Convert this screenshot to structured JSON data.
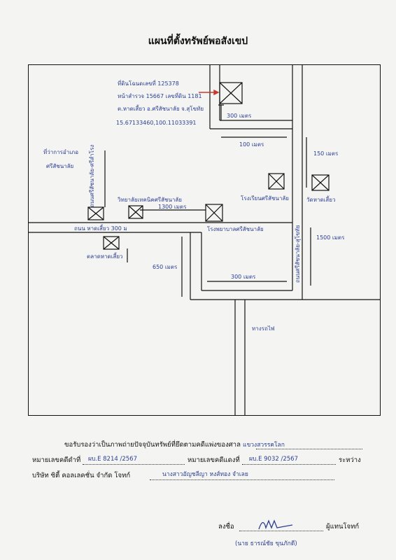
{
  "title": "แผนที่ตั้งทรัพย์พอสังเขป",
  "property": {
    "line1": "ที่ดินโฉนดเลขที่ 125378",
    "line2": "หน้าสำรวจ 15667 เลขที่ดิน 1181",
    "line3": "ต.หาดเสี้ยว อ.ศรีสัชนาลัย จ.สุโขทัย",
    "coords": "15.67133460,100.11033391"
  },
  "labels": {
    "dist_300_top": "300 เมตร",
    "dist_100": "100 เมตร",
    "dist_150": "150 เมตร",
    "dist_1300": "1300 เมตร",
    "dist_1500": "1500 เมตร",
    "dist_650": "650 เมตร",
    "dist_300_bottom": "300 เมตร",
    "road_main": "ถนน หาดเสี้ยว 300 ม",
    "road_vertical": "ถนนศรีสัชนาลัย-ศรีสำโรง",
    "road_right": "ถนนศรีสัชนาลัย-สุโขทัย",
    "left_top": "ที่ว่าการอำเภอ",
    "left_top2": "ศรีสัชนาลัย",
    "school": "โรงเรียนศรีสัชนาลัย",
    "temple": "วัดหาดเสี้ยว",
    "hospital": "โรงพยาบาลศรีสัชนาลัย",
    "station": "วิทยาลัยเทคนิคศรีสัชนาลัย",
    "market": "ตลาดหาดเสี้ยว",
    "railway": "ทางรถไฟ"
  },
  "certificate": {
    "line1_prefix": "ขอรับรองว่าเป็นภาพถ่ายปัจจุบันทรัพย์ที่ยึดตามคดีแพ่งของศาล",
    "court": "แขวงสวรรคโลก",
    "black_prefix": "หมายเลขคดีดำที่",
    "black_no": "ผบ.E 8214 /2567",
    "red_prefix": "หมายเลขคดีแดงที่",
    "red_no": "ผบ.E 9032 /2567",
    "between": "ระหว่าง",
    "company": "บริษัท ซิตี้ คอลเลคชั่น จำกัด โจทก์",
    "defendant": "นางสาวอัญชลีญา หงส์ทอง จำเลย",
    "sign_prefix": "ลงชื่อ",
    "sign_suffix": "ผู้แทนโจทก์",
    "signer": "(นาย ธารณ์ชัย ขุนภักดี)"
  }
}
